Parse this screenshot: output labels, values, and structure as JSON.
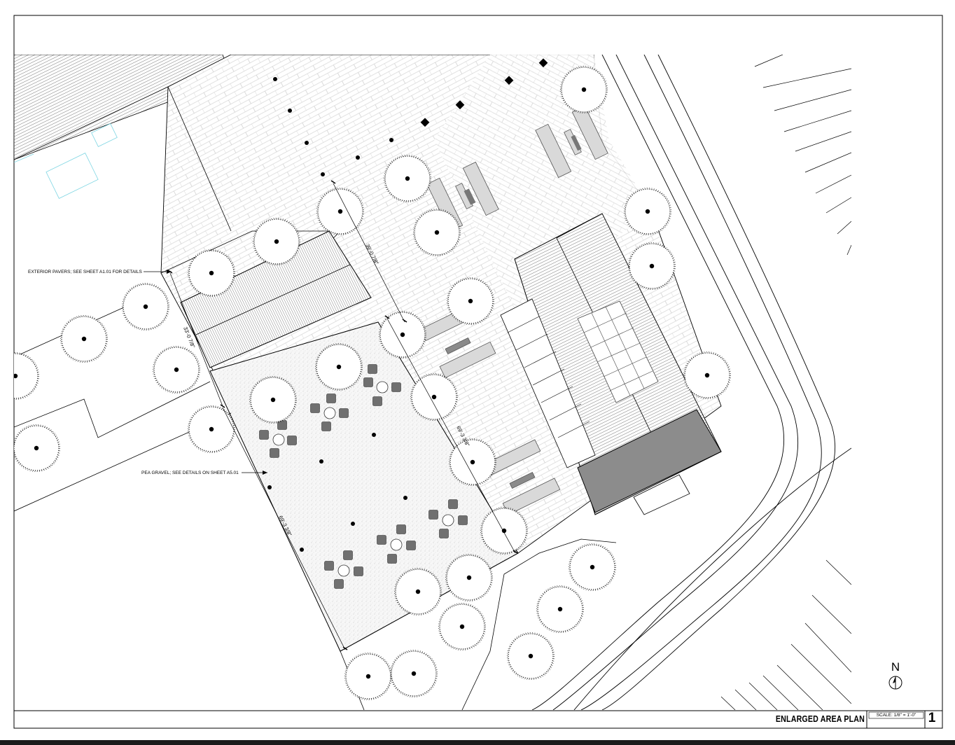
{
  "labels": {
    "pavers_note": "EXTERIOR PAVERS; SEE SHEET A1.01 FOR DETAILS",
    "gravel_note": "PEA GRAVEL; SEE DETAILS ON SHEET A5.01"
  },
  "dimensions": {
    "dim_a": "39'-0 7/8\"",
    "dim_b": "33'-0 7/8\"",
    "dim_c": "69'-3 3/8\"",
    "dim_d": "69'-3 3/8\""
  },
  "title_block": {
    "title": "ENLARGED AREA PLAN",
    "scale": "SCALE: 1/8\" = 1'-0\"",
    "sheet_number": "1",
    "north_label": "N"
  },
  "colors": {
    "line": "#000000",
    "canopy_fill": "#ffffff",
    "pavers_stroke": "#b9b9b9",
    "gravel": "#c8c8c8",
    "roof_dark": "#8c8c8c",
    "furniture": "#6e6e6e",
    "cyan_outline": "#7fd6e3"
  }
}
